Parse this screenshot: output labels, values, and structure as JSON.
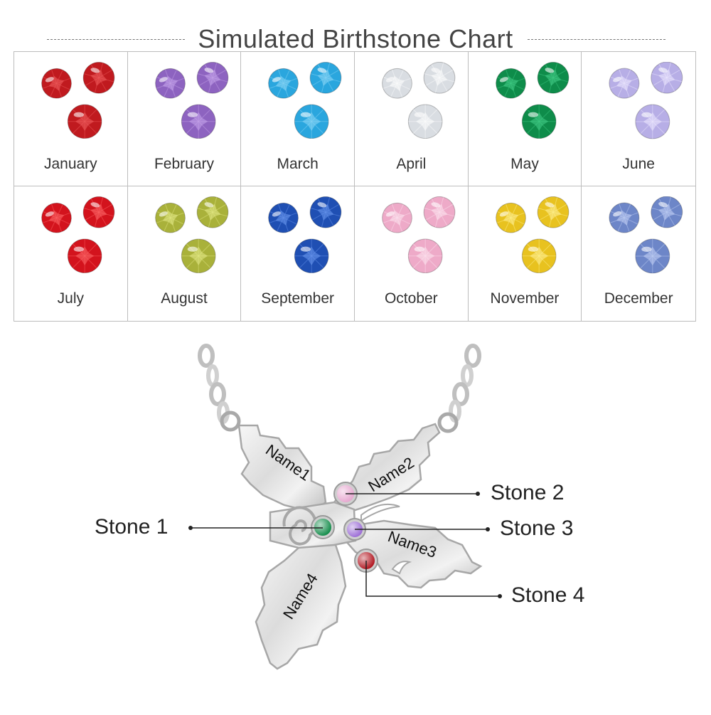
{
  "title": "Simulated Birthstone Chart",
  "months": [
    {
      "name": "January",
      "color": "#c01a1f",
      "light": "#f06060"
    },
    {
      "name": "February",
      "color": "#8d63c0",
      "light": "#c9a8ec"
    },
    {
      "name": "March",
      "color": "#2aa6de",
      "light": "#8fd8f7"
    },
    {
      "name": "April",
      "color": "#d9dde2",
      "light": "#ffffff"
    },
    {
      "name": "May",
      "color": "#0e8c4a",
      "light": "#45d08a"
    },
    {
      "name": "June",
      "color": "#b7aee6",
      "light": "#efeaff"
    },
    {
      "name": "July",
      "color": "#d3131d",
      "light": "#ff6b6b"
    },
    {
      "name": "August",
      "color": "#a9b13a",
      "light": "#e6eb8a"
    },
    {
      "name": "September",
      "color": "#1f4fb3",
      "light": "#6c9af0"
    },
    {
      "name": "October",
      "color": "#eeaac8",
      "light": "#fde6f1"
    },
    {
      "name": "November",
      "color": "#e8c21f",
      "light": "#fff39a"
    },
    {
      "name": "December",
      "color": "#6d86c8",
      "light": "#c6d4f7"
    }
  ],
  "pendant": {
    "names": [
      "Name1",
      "Name2",
      "Name3",
      "Name4"
    ],
    "stones": [
      {
        "label": "Stone 1",
        "color": "#0f8a47"
      },
      {
        "label": "Stone 2",
        "color": "#e6a6cf"
      },
      {
        "label": "Stone 3",
        "color": "#9a6ad6"
      },
      {
        "label": "Stone 4",
        "color": "#b0121c"
      }
    ]
  }
}
